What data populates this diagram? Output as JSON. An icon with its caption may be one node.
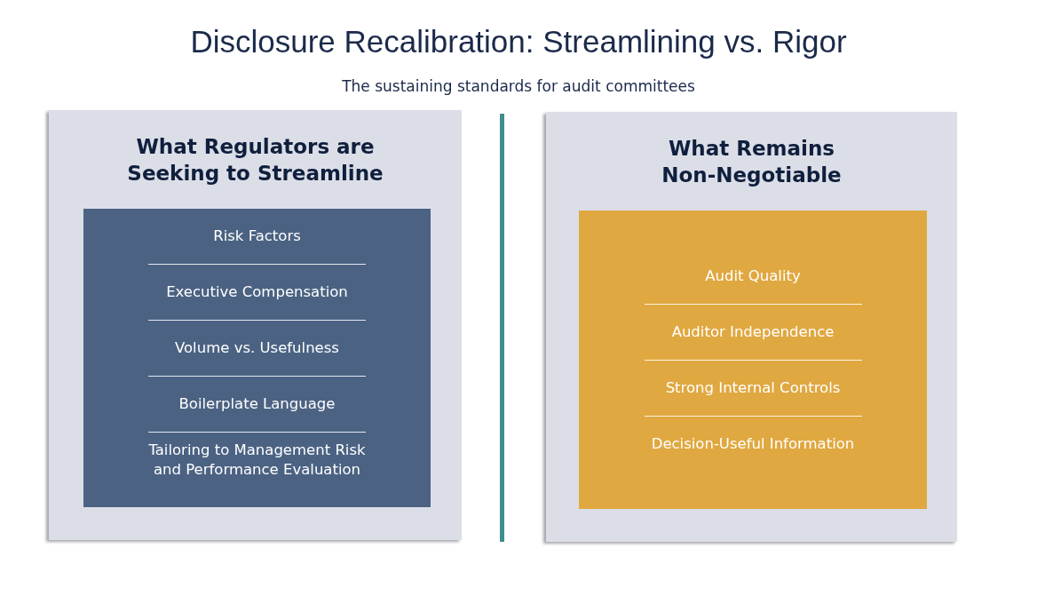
{
  "diagram": {
    "title": "Disclosure Recalibration: Streamlining vs. Rigor",
    "nodes": [
      {
        "text": [
          "What Regulators are Seeking to Streamline"
        ]
      },
      {
        "text": [
          "Risk Factors",
          "Executive Compensation",
          "Volume vs. Usefulness",
          "Boilerplate Language",
          "Tailoring to Management Risk and Performance Evaluation"
        ],
        "in": 0
      },
      {
        "text": [
          "What Remains Non-Negotiable"
        ]
      },
      {
        "text": [
          "Audit Quality",
          "Auditor Independence",
          "Strong Internal Controls",
          "Decision-Useful Information"
        ],
        "in": 2
      }
    ],
    "labels": [
      "The sustaining standards for audit committees"
    ]
  }
}
